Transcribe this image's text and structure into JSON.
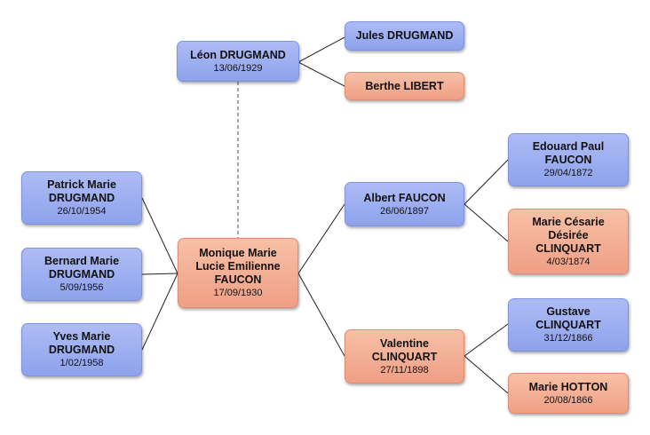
{
  "people": {
    "leon": {
      "name": "Léon DRUGMAND",
      "date": "13/06/1929",
      "gender": "male"
    },
    "jules": {
      "name": "Jules DRUGMAND",
      "date": "",
      "gender": "male"
    },
    "berthe": {
      "name": "Berthe LIBERT",
      "date": "",
      "gender": "female"
    },
    "patrick": {
      "name": "Patrick Marie\nDRUGMAND",
      "date": "26/10/1954",
      "gender": "male"
    },
    "bernard": {
      "name": "Bernard Marie\nDRUGMAND",
      "date": "5/09/1956",
      "gender": "male"
    },
    "yves": {
      "name": "Yves Marie\nDRUGMAND",
      "date": "1/02/1958",
      "gender": "male"
    },
    "monique": {
      "name": "Monique Marie\nLucie Emilienne\nFAUCON",
      "date": "17/09/1930",
      "gender": "female"
    },
    "albert": {
      "name": "Albert FAUCON",
      "date": "26/06/1897",
      "gender": "male"
    },
    "valentine": {
      "name": "Valentine\nCLINQUART",
      "date": "27/11/1898",
      "gender": "female"
    },
    "edouard": {
      "name": "Edouard Paul\nFAUCON",
      "date": "29/04/1872",
      "gender": "male"
    },
    "mariec": {
      "name": "Marie Césarie\nDésirée\nCLINQUART",
      "date": "4/03/1874",
      "gender": "female"
    },
    "gustave": {
      "name": "Gustave\nCLINQUART",
      "date": "31/12/1866",
      "gender": "male"
    },
    "marieh": {
      "name": "Marie HOTTON",
      "date": "20/08/1866",
      "gender": "female"
    }
  },
  "colors": {
    "male": "#9aaef0",
    "female": "#f2ad92",
    "line": "#222222",
    "dashed_line": "#777777"
  }
}
